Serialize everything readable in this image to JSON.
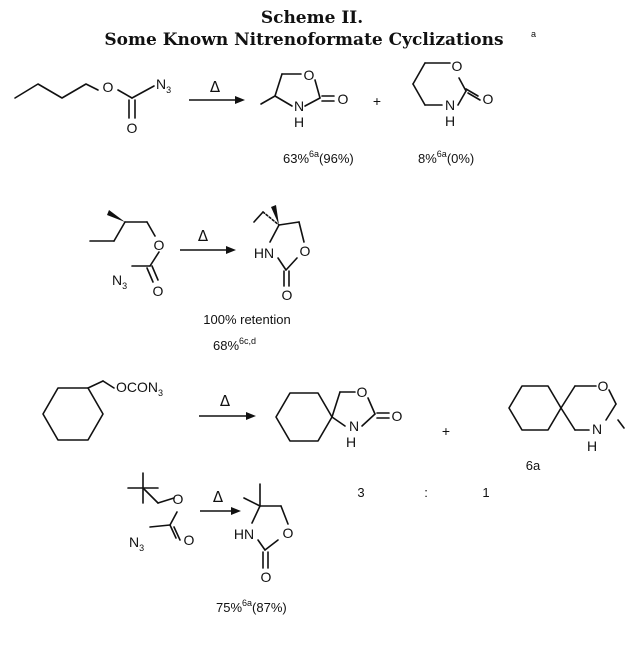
{
  "scheme": {
    "title": "Scheme II.",
    "subtitle": "Some Known Nitrenoformate Cyclizations",
    "footnote_mark": "a"
  },
  "symbols": {
    "heat": "Δ",
    "plus": "+"
  },
  "atoms": {
    "O": "O",
    "N3": "N",
    "N3_sub": "3",
    "N": "N",
    "H": "H",
    "HN": "HN",
    "OCON": "OCON",
    "OCON_sub": "3"
  },
  "reactions": [
    {
      "yield_a": "63%",
      "ref_a": "6a",
      "paren_a": "(96%)",
      "yield_b": "8%",
      "ref_b": "6a",
      "paren_b": "(0%)"
    },
    {
      "note": "100% retention",
      "yield": "68%",
      "ref": "6c,d"
    },
    {
      "ratio_a": "3",
      "ratio_sep": ":",
      "ratio_b": "1",
      "ref": "6a"
    },
    {
      "yield": "75%",
      "ref": "6a",
      "paren": "(87%)"
    }
  ]
}
